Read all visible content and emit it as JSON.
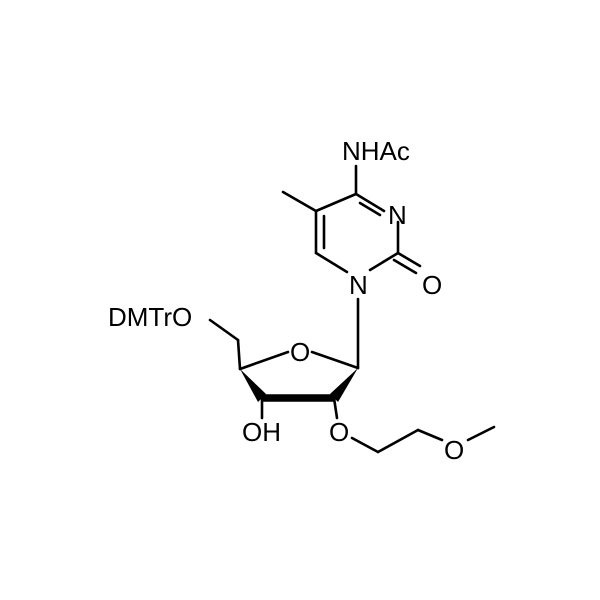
{
  "molecule": {
    "labels": {
      "nhac": "NHAc",
      "n_ring": "N",
      "n1": "N",
      "o_carbonyl": "O",
      "dmtr_o": "DMTrO",
      "o_ring": "O",
      "oh": "OH",
      "o_ether": "O",
      "o_methoxy": "O"
    }
  },
  "colors": {
    "ink": "#000000",
    "background": "#ffffff"
  }
}
